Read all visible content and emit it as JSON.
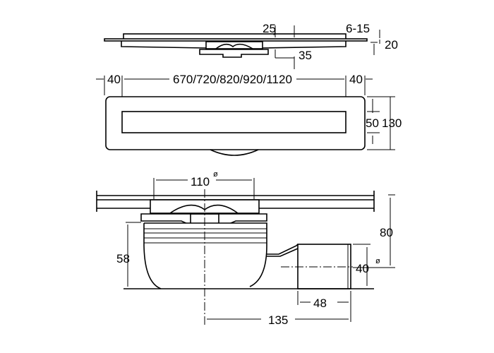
{
  "top_view": {
    "dim_25": "25",
    "dim_6_15": "6-15",
    "dim_20": "20",
    "dim_35": "35"
  },
  "plan_view": {
    "dim_left": "40",
    "dim_length": "670/720/820/920/1120",
    "dim_right": "40",
    "dim_slot": "50",
    "dim_width": "130"
  },
  "section_view": {
    "dim_110": "110",
    "dim_58": "58",
    "dim_80": "80",
    "dim_40": "40",
    "dim_48": "48",
    "dim_135": "135",
    "diameter_symbol": "ø"
  },
  "colors": {
    "line": "#000000",
    "background": "#ffffff"
  }
}
